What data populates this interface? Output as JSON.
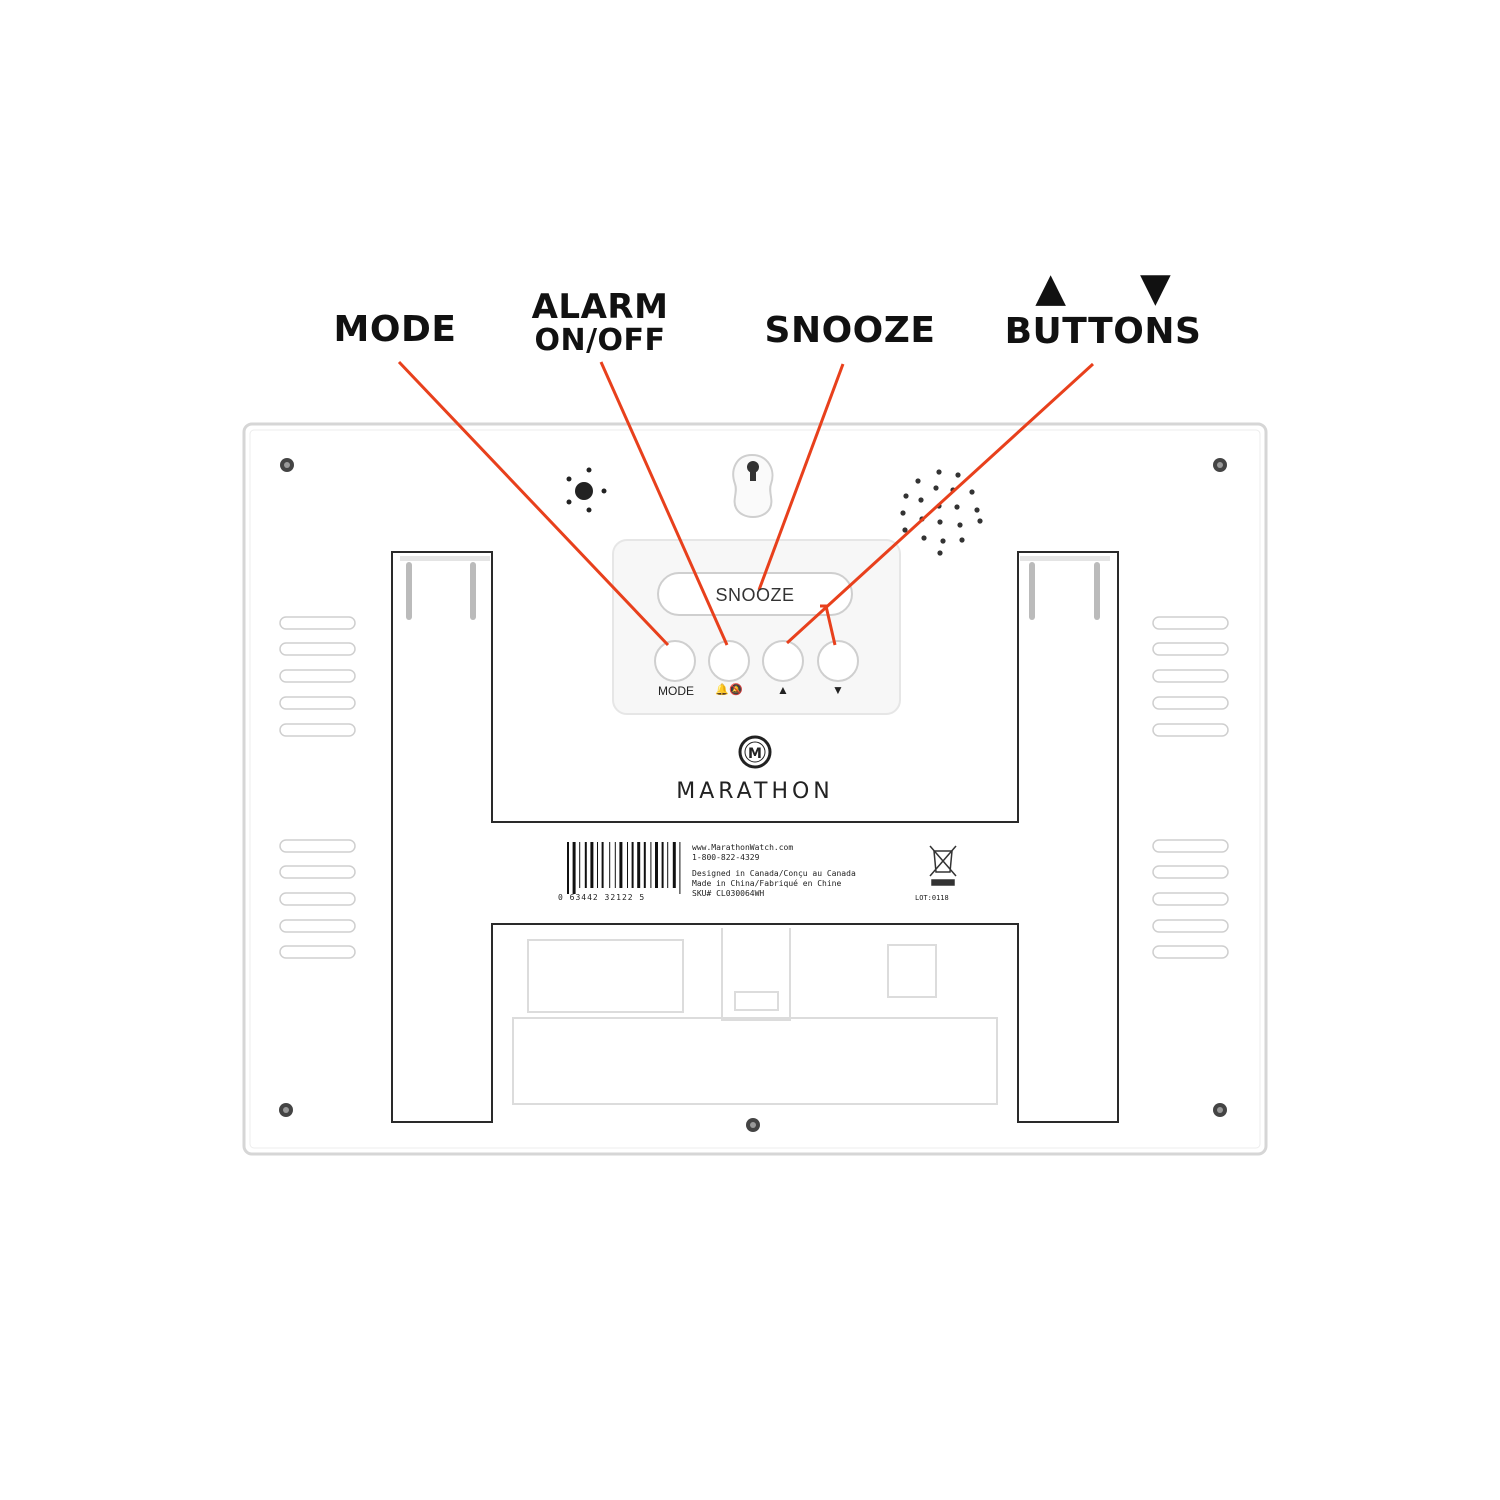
{
  "callouts": {
    "mode": "MODE",
    "alarm_line1": "ALARM",
    "alarm_line2": "ON/OFF",
    "snooze": "SNOOZE",
    "arrows": "▲ ▼",
    "buttons": "BUTTONS"
  },
  "device": {
    "snooze_label": "SNOOZE",
    "mode_label": "MODE",
    "up_label": "▲",
    "down_label": "▼",
    "alarm_icons": "🔔🔕",
    "brand": "MARATHON",
    "brand_logo_letter": "M"
  },
  "label": {
    "website": "www.MarathonWatch.com",
    "phone": "1-800-822-4329",
    "designed": "Designed in Canada/Conçu au Canada",
    "made": "Made in China/Fabriqué en Chine",
    "sku": "SKU# CL030064WH",
    "barcode_number": "0   63442   32122   5",
    "lot": "LOT:0118"
  },
  "colors": {
    "leader_line": "#e8401c",
    "device_body": "#ffffff",
    "outline": "#2a2a2a"
  }
}
